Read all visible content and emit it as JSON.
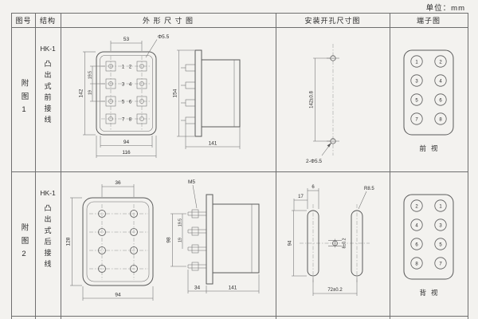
{
  "unit_label": "单位：mm",
  "header": {
    "figure": "图号",
    "structure": "结构",
    "outline": "外 形 尺 寸 图",
    "mounting": "安装开孔尺寸图",
    "terminal": "端子图"
  },
  "rows": [
    {
      "figure_no": "附图1",
      "model": "HK-1",
      "structure": "凸出式前接线",
      "outline": {
        "dim_top_span": "53",
        "dim_hole": "Φ5.5",
        "dim_height": "142",
        "dim_pitch_a": "19.5",
        "dim_pitch_b": "19",
        "dim_width_inner": "94",
        "dim_width_outer": "116",
        "dim_side_height": "154",
        "dim_depth": "141",
        "terminals": [
          "1",
          "2",
          "3",
          "4",
          "5",
          "6",
          "7",
          "8"
        ]
      },
      "mounting": {
        "dim_span": "142±0.8",
        "dim_holes": "2-Φ5.5"
      },
      "terminal": {
        "left": [
          "1",
          "3",
          "5",
          "7"
        ],
        "right": [
          "2",
          "4",
          "6",
          "8"
        ],
        "view_label": "前视"
      }
    },
    {
      "figure_no": "附图2",
      "model": "HK-1",
      "structure": "凸出式后接线",
      "outline": {
        "dim_top_span": "36",
        "dim_height": "128",
        "dim_width": "94",
        "dim_thread": "M5",
        "dim_stud_span": "98",
        "dim_pitch_a": "19.5",
        "dim_pitch_b": "19",
        "dim_stud_len": "34",
        "dim_depth": "141"
      },
      "mounting": {
        "dim_edge": "17",
        "dim_slot_width": "6",
        "dim_radius": "R8.5",
        "dim_slot_len": "94",
        "dim_center": "8±0.2",
        "dim_span": "72±0.2"
      },
      "terminal": {
        "left": [
          "2",
          "4",
          "6",
          "8"
        ],
        "right": [
          "1",
          "3",
          "5",
          "7"
        ],
        "view_label": "背视"
      }
    }
  ]
}
